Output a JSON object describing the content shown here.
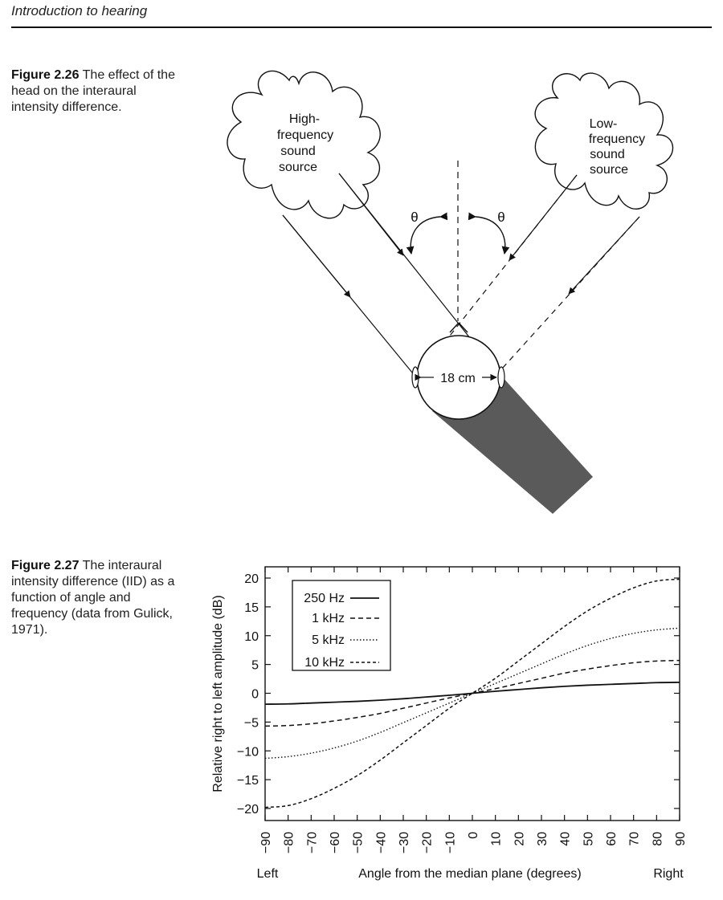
{
  "page": {
    "running_head": "Introduction to hearing"
  },
  "figure_226": {
    "number": "Figure 2.26",
    "caption": "The effect of the head on the interaural intensity difference.",
    "high_source_label": [
      "High-",
      "frequency",
      "sound",
      "source"
    ],
    "low_source_label": [
      "Low-",
      "frequency",
      "sound",
      "source"
    ],
    "angle_symbol": "θ",
    "head_width": "18 cm"
  },
  "figure_227": {
    "number": "Figure 2.27",
    "caption": "The interaural intensity difference (IID) as a function of angle and frequency (data from Gulick, 1971)."
  },
  "chart_data": {
    "type": "line",
    "xlabel": "Angle from the median plane (degrees)",
    "ylabel": "Relative right to left amplitude (dB)",
    "x_end_labels": {
      "left": "Left",
      "right": "Right"
    },
    "xlim": [
      -90,
      90
    ],
    "ylim": [
      -22,
      22
    ],
    "xticks": [
      -90,
      -80,
      -70,
      -60,
      -50,
      -40,
      -30,
      -20,
      -10,
      0,
      10,
      20,
      30,
      40,
      50,
      60,
      70,
      80,
      90
    ],
    "xtick_labels": [
      "−90",
      "−80",
      "−70",
      "−60",
      "−50",
      "−40",
      "−30",
      "−20",
      "−10",
      "0",
      "10",
      "20",
      "30",
      "40",
      "50",
      "60",
      "70",
      "80",
      "90"
    ],
    "yticks": [
      20,
      15,
      10,
      5,
      0,
      -5,
      -10,
      -15,
      -20
    ],
    "ytick_labels": [
      "20",
      "15",
      "10",
      "5",
      "0",
      "−5",
      "−10",
      "−15",
      "−20"
    ],
    "grid": false,
    "legend_position": "top-left",
    "x": [
      -90,
      -80,
      -70,
      -60,
      -50,
      -40,
      -30,
      -20,
      -10,
      0,
      10,
      20,
      30,
      40,
      50,
      60,
      70,
      80,
      90
    ],
    "series": [
      {
        "name": "250 Hz",
        "style": "solid",
        "values": [
          -1.9,
          -1.85,
          -1.7,
          -1.55,
          -1.4,
          -1.2,
          -0.95,
          -0.65,
          -0.35,
          0,
          0.35,
          0.65,
          0.95,
          1.2,
          1.4,
          1.55,
          1.7,
          1.85,
          1.9
        ]
      },
      {
        "name": "1 kHz",
        "style": "dashed",
        "values": [
          -5.7,
          -5.6,
          -5.3,
          -4.8,
          -4.2,
          -3.5,
          -2.6,
          -1.7,
          -0.8,
          0,
          0.8,
          1.7,
          2.6,
          3.5,
          4.2,
          4.8,
          5.3,
          5.6,
          5.7
        ]
      },
      {
        "name": "5 kHz",
        "style": "dotted",
        "values": [
          -11.3,
          -11.0,
          -10.4,
          -9.5,
          -8.3,
          -6.8,
          -5.1,
          -3.4,
          -1.7,
          0,
          1.7,
          3.4,
          5.1,
          6.8,
          8.3,
          9.5,
          10.4,
          11.0,
          11.3
        ]
      },
      {
        "name": "10 kHz",
        "style": "dashed-fine",
        "values": [
          -19.8,
          -19.5,
          -18.3,
          -16.5,
          -14.3,
          -11.6,
          -8.6,
          -5.6,
          -2.6,
          0,
          2.6,
          5.6,
          8.6,
          11.6,
          14.3,
          16.5,
          18.3,
          19.5,
          19.8
        ]
      }
    ]
  }
}
